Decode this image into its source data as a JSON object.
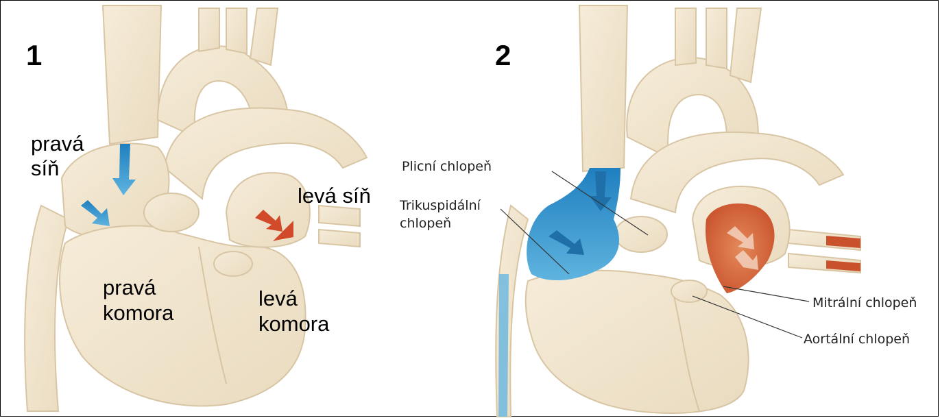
{
  "panel1": {
    "number": "1",
    "labels": {
      "right_atrium_line1": "pravá",
      "right_atrium_line2": "síň",
      "left_atrium": "levá síň",
      "right_ventricle_line1": "pravá",
      "right_ventricle_line2": "komora",
      "left_ventricle_line1": "levá",
      "left_ventricle_line2": "komora"
    }
  },
  "panel2": {
    "number": "2",
    "labels": {
      "pulmonary_valve": "Plicní chlopeň",
      "tricuspid_valve_line1": "Trikuspidální",
      "tricuspid_valve_line2": "chlopeň",
      "mitral_valve": "Mitrální chlopeň",
      "aortic_valve": "Aortální chlopeň"
    }
  },
  "colors": {
    "tissue": "#f1e5d0",
    "tissue_outline": "#d9c6a6",
    "deoxygenated_blood": "#2f8fc8",
    "oxygenated_blood": "#d4603a"
  }
}
